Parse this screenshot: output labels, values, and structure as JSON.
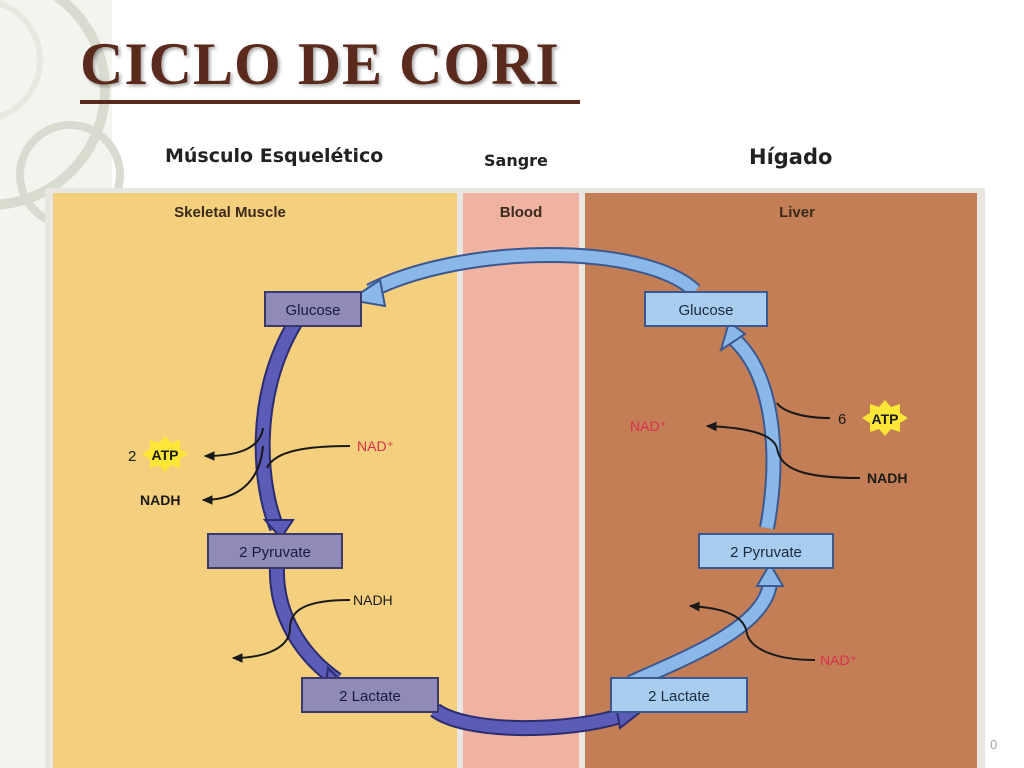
{
  "title": "CICLO DE CORI",
  "spanish_labels": {
    "muscle": "Músculo Esquelético",
    "blood": "Sangre",
    "liver": "Hígado"
  },
  "figure": {
    "panels": {
      "muscle": "Skeletal Muscle",
      "blood": "Blood",
      "liver": "Liver"
    },
    "muscle": {
      "glucose": "Glucose",
      "pyruvate": "2 Pyruvate",
      "lactate": "2 Lactate",
      "atp_count": "2",
      "atp": "ATP",
      "nadh_out": "NADH",
      "nad_in": "NAD⁺",
      "nadh_in": "NADH"
    },
    "liver": {
      "glucose": "Glucose",
      "pyruvate": "2 Pyruvate",
      "lactate": "2 Lactate",
      "atp_count": "6",
      "atp": "ATP",
      "nad_out": "NAD⁺",
      "nadh_in": "NADH",
      "nad_in2": "NAD⁺"
    }
  },
  "colors": {
    "title": "#5a2a1c",
    "muscle_bg": "#f3cf7e",
    "blood_bg": "#f0b3a2",
    "liver_bg": "#c47e56",
    "muscle_arrow": "#5a5cb8",
    "liver_arrow": "#8ab8e8",
    "atp_star": "#fde636",
    "nad_red": "#d8304a"
  },
  "page_number": "0"
}
